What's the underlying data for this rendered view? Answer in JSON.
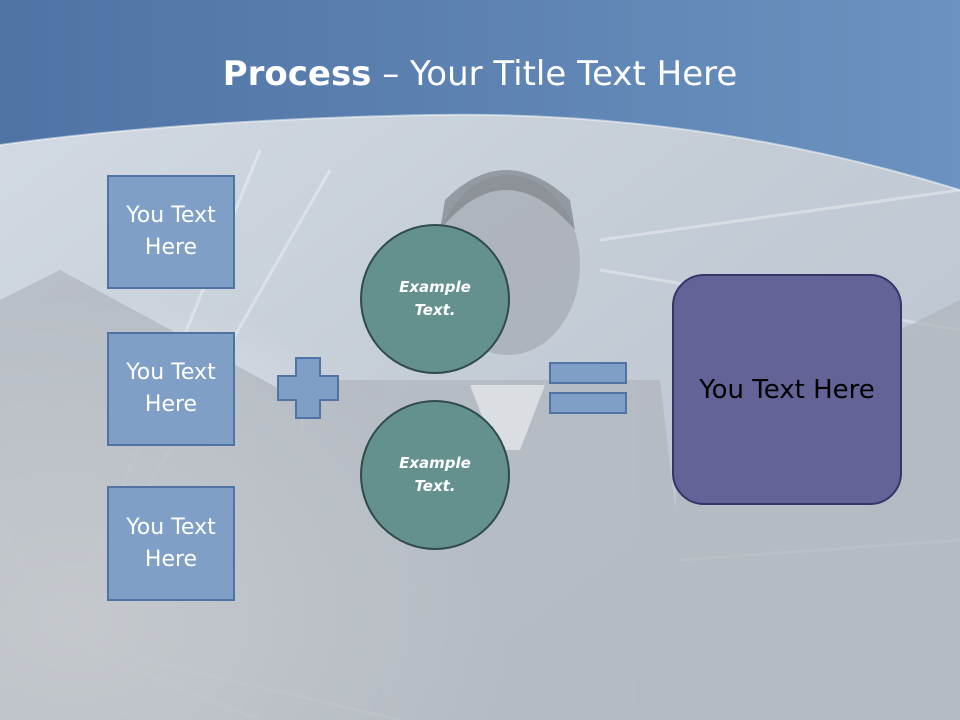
{
  "title": {
    "bold": "Process",
    "rest": " – Your Title Text Here"
  },
  "left_boxes": [
    {
      "label": "You Text Here"
    },
    {
      "label": "You Text Here"
    },
    {
      "label": "You Text Here"
    }
  ],
  "circles": [
    {
      "label": "Example Text."
    },
    {
      "label": "Example Text."
    }
  ],
  "result_box": {
    "label": "You Text Here"
  },
  "colors": {
    "header": "#5e84b6",
    "box_fill": "#7f9fc6",
    "circle_fill": "#64918d",
    "result_fill": "#646398"
  }
}
